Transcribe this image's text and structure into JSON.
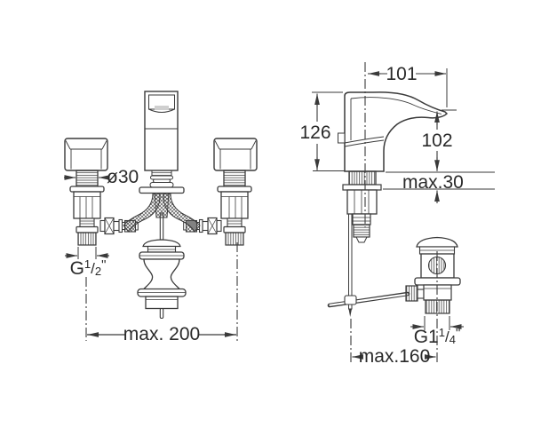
{
  "front_view": {
    "dim_handle_thread_diameter": "ø30",
    "dim_inlet_thread": {
      "prefix": "G",
      "num": "1",
      "sep": "/",
      "den": "2",
      "suffix": "\""
    },
    "dim_max_spacing": "max. 200"
  },
  "side_view": {
    "dim_spout_reach": "101",
    "dim_total_height": "126",
    "dim_spout_height": "102",
    "dim_deck_thickness": "max.30",
    "dim_drain_thread": {
      "prefix": "G1",
      "num": "1",
      "sep": "/",
      "den": "4",
      "suffix": "\""
    },
    "dim_drain_offset": "max.160"
  },
  "colors": {
    "line": "#3a3a3a",
    "text": "#2a2a2a",
    "background": "#ffffff"
  }
}
